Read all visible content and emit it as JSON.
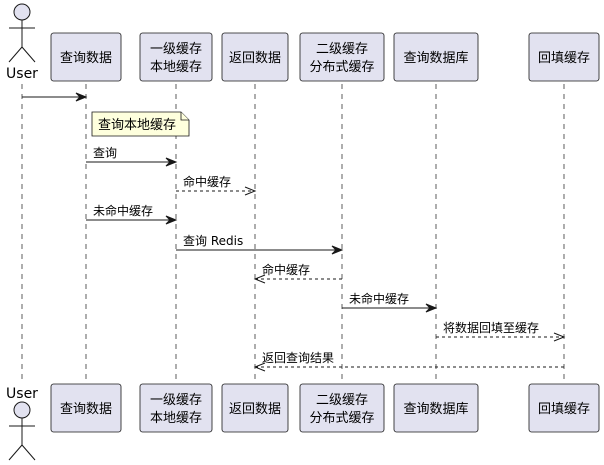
{
  "participants": [
    {
      "id": "user",
      "kind": "actor",
      "lines": [
        "User"
      ]
    },
    {
      "id": "query",
      "kind": "box",
      "lines": [
        "查询数据"
      ]
    },
    {
      "id": "l1",
      "kind": "box",
      "lines": [
        "一级缓存",
        "本地缓存"
      ]
    },
    {
      "id": "ret",
      "kind": "box",
      "lines": [
        "返回数据"
      ]
    },
    {
      "id": "l2",
      "kind": "box",
      "lines": [
        "二级缓存",
        "分布式缓存"
      ]
    },
    {
      "id": "db",
      "kind": "box",
      "lines": [
        "查询数据库"
      ]
    },
    {
      "id": "fill",
      "kind": "box",
      "lines": [
        "回填缓存"
      ]
    }
  ],
  "note": {
    "over": "query",
    "text": "查询本地缓存"
  },
  "messages": [
    {
      "from": "user",
      "to": "query",
      "label": "",
      "style": "solid"
    },
    {
      "from": "query",
      "to": "l1",
      "label": "查询",
      "style": "solid"
    },
    {
      "from": "l1",
      "to": "ret",
      "label": "命中缓存",
      "style": "dashed"
    },
    {
      "from": "query",
      "to": "l1",
      "label": "未命中缓存",
      "style": "solid"
    },
    {
      "from": "l1",
      "to": "l2",
      "label": "查询 Redis",
      "style": "solid"
    },
    {
      "from": "l2",
      "to": "ret",
      "label": "命中缓存",
      "style": "dashed"
    },
    {
      "from": "l2",
      "to": "db",
      "label": "未命中缓存",
      "style": "solid"
    },
    {
      "from": "db",
      "to": "fill",
      "label": "将数据回填至缓存",
      "style": "dashed"
    },
    {
      "from": "fill",
      "to": "ret",
      "label": "返回查询结果",
      "style": "dashed"
    }
  ]
}
